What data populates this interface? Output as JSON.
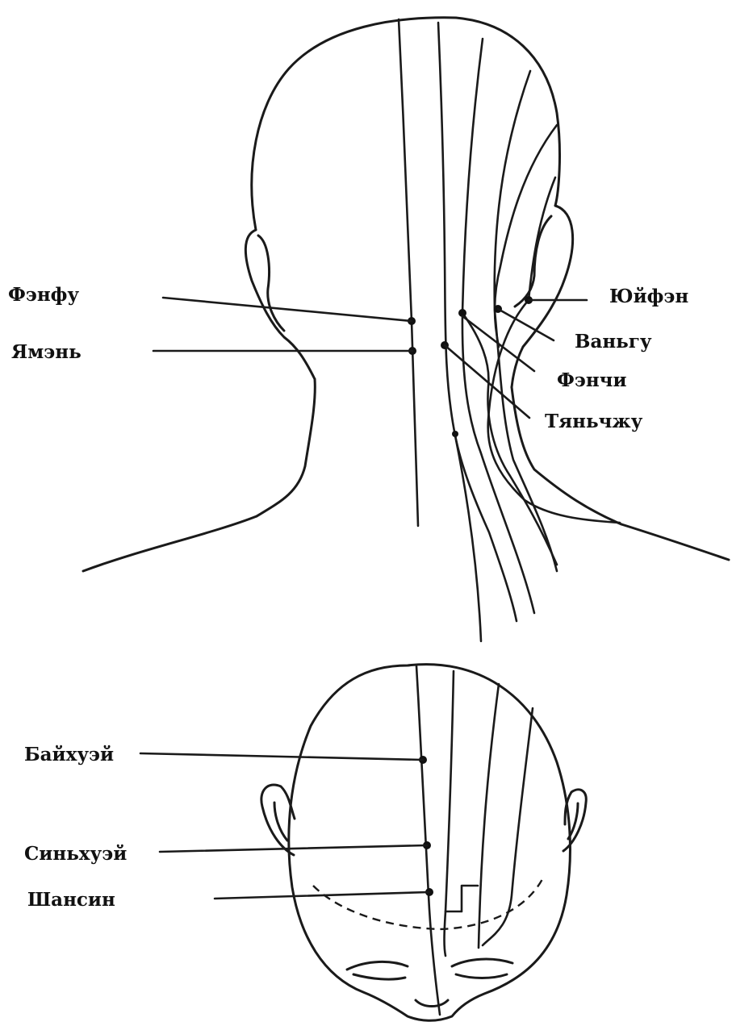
{
  "back_view": {
    "labels": {
      "fengfu": "Фэнфу",
      "yamen": "Ямэнь",
      "yifeng": "Юйфэн",
      "wangu": "Ваньгу",
      "fengchi": "Фэнчи",
      "tianzhu": "Тяньчжу"
    }
  },
  "top_view": {
    "labels": {
      "baihui": "Байхуэй",
      "xinhui": "Синьхуэй",
      "shangxing": "Шансин"
    }
  },
  "colors": {
    "ink": "#111111",
    "background": "#ffffff"
  }
}
